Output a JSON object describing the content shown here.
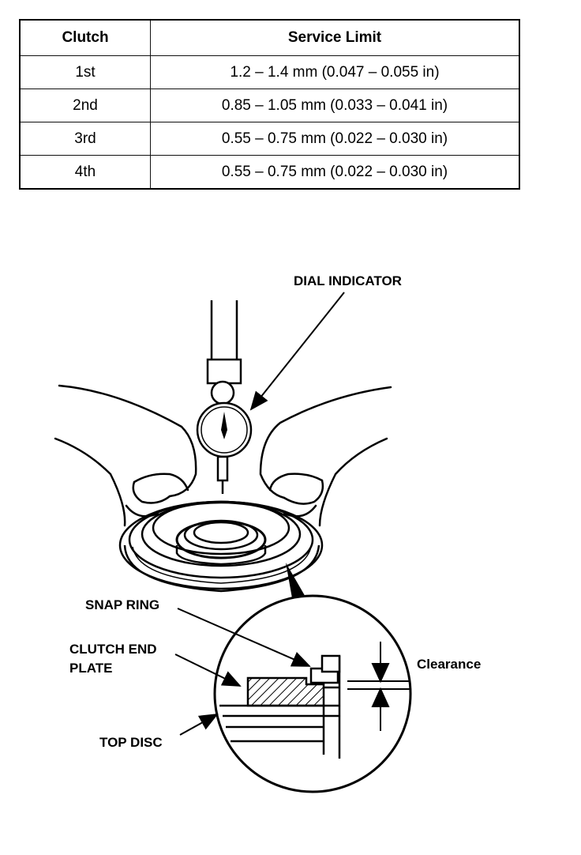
{
  "table": {
    "headers": [
      "Clutch",
      "Service Limit"
    ],
    "rows": [
      [
        "1st",
        "1.2 – 1.4 mm (0.047 – 0.055 in)"
      ],
      [
        "2nd",
        "0.85 – 1.05 mm (0.033 – 0.041 in)"
      ],
      [
        "3rd",
        "0.55 – 0.75 mm (0.022 – 0.030 in)"
      ],
      [
        "4th",
        "0.55 – 0.75 mm (0.022 – 0.030 in)"
      ]
    ]
  },
  "figure": {
    "labels": {
      "dial_indicator": "DIAL INDICATOR",
      "snap_ring": "SNAP RING",
      "clutch_end_plate_1": "CLUTCH END",
      "clutch_end_plate_2": "PLATE",
      "top_disc": "TOP DISC",
      "clearance": "Clearance"
    }
  }
}
